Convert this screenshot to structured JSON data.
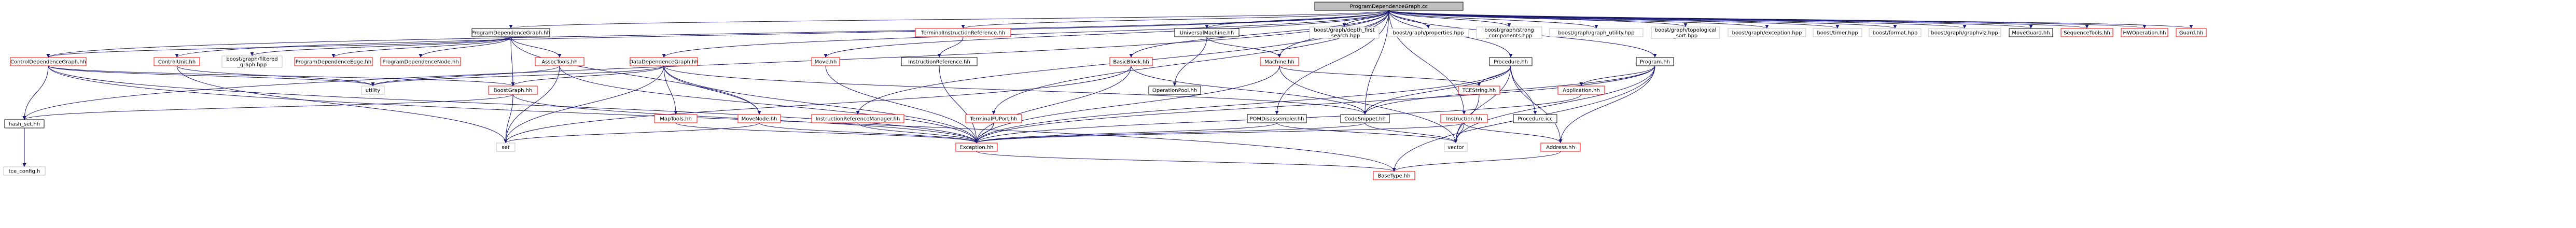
{
  "colors": {
    "edge": "#191970",
    "black_border": "#000000",
    "red_border": "#ff0000",
    "grey_border": "#bfbfbf",
    "root_fill": "#bfbfbf",
    "fill": "#ffffff",
    "text": "#000000"
  },
  "nodes": [
    {
      "id": "root",
      "label": "ProgramDependenceGraph.cc",
      "style": "root"
    },
    {
      "id": "cdg_hh",
      "label": "ControlDependenceGraph.hh",
      "style": "red"
    },
    {
      "id": "cu_hh",
      "label": "ControlUnit.hh",
      "style": "red"
    },
    {
      "id": "pdg_hh",
      "label": "ProgramDependenceGraph.hh",
      "style": "black"
    },
    {
      "id": "ddg_hh",
      "label": "DataDependenceGraph.hh",
      "style": "red"
    },
    {
      "id": "move_hh",
      "label": "Move.hh",
      "style": "red"
    },
    {
      "id": "tir_hh",
      "label": "TerminalInstructionReference.hh",
      "style": "red"
    },
    {
      "id": "irm_hh",
      "label": "InstructionReferenceManager.hh",
      "style": "red"
    },
    {
      "id": "tfu_hh",
      "label": "TerminalFUPort.hh",
      "style": "red"
    },
    {
      "id": "bb_hh",
      "label": "BasicBlock.hh",
      "style": "red"
    },
    {
      "id": "um_hh",
      "label": "UniversalMachine.hh",
      "style": "black"
    },
    {
      "id": "pom_hh",
      "label": "POMDisassembler.hh",
      "style": "black"
    },
    {
      "id": "machine_hh",
      "label": "Machine.hh",
      "style": "red"
    },
    {
      "id": "dfs",
      "label": "boost/graph/depth_first\n_search.hpp",
      "style": "grey"
    },
    {
      "id": "bprops",
      "label": "boost/graph/properties.hpp",
      "style": "grey"
    },
    {
      "id": "bstrong",
      "label": "boost/graph/strong\n_components.hpp",
      "style": "grey"
    },
    {
      "id": "butil",
      "label": "boost/graph/graph_utility.hpp",
      "style": "grey"
    },
    {
      "id": "btopo",
      "label": "boost/graph/topological\n_sort.hpp",
      "style": "grey"
    },
    {
      "id": "bexc",
      "label": "boost/graph/exception.hpp",
      "style": "grey"
    },
    {
      "id": "btimer",
      "label": "boost/timer.hpp",
      "style": "grey"
    },
    {
      "id": "bformat",
      "label": "boost/format.hpp",
      "style": "grey"
    },
    {
      "id": "bgraphviz",
      "label": "boost/graph/graphviz.hpp",
      "style": "grey"
    },
    {
      "id": "mguard",
      "label": "MoveGuard.hh",
      "style": "black"
    },
    {
      "id": "seqtools",
      "label": "SequenceTools.hh",
      "style": "red"
    },
    {
      "id": "hwop",
      "label": "HWOperation.hh",
      "style": "red"
    },
    {
      "id": "guard",
      "label": "Guard.hh",
      "style": "red"
    },
    {
      "id": "bfiltered",
      "label": "boost/graph/filtered\n_graph.hpp",
      "style": "grey"
    },
    {
      "id": "pde_hh",
      "label": "ProgramDependenceEdge.hh",
      "style": "red"
    },
    {
      "id": "pdn_hh",
      "label": "ProgramDependenceNode.hh",
      "style": "red"
    },
    {
      "id": "assoc_hh",
      "label": "AssocTools.hh",
      "style": "red"
    },
    {
      "id": "ir_hh",
      "label": "InstructionReference.hh",
      "style": "black"
    },
    {
      "id": "opool_hh",
      "label": "OperationPool.hh",
      "style": "black"
    },
    {
      "id": "proc_hh",
      "label": "Procedure.hh",
      "style": "black"
    },
    {
      "id": "prog_hh",
      "label": "Program.hh",
      "style": "black"
    },
    {
      "id": "utility",
      "label": "utility",
      "style": "grey"
    },
    {
      "id": "bgraph_hh",
      "label": "BoostGraph.hh",
      "style": "red"
    },
    {
      "id": "maptools_hh",
      "label": "MapTools.hh",
      "style": "red"
    },
    {
      "id": "movenode_hh",
      "label": "MoveNode.hh",
      "style": "red"
    },
    {
      "id": "codesnip_hh",
      "label": "CodeSnippet.hh",
      "style": "black"
    },
    {
      "id": "instr_hh",
      "label": "Instruction.hh",
      "style": "red"
    },
    {
      "id": "tce_hh",
      "label": "TCEString.hh",
      "style": "red"
    },
    {
      "id": "procicc",
      "label": "Procedure.icc",
      "style": "black"
    },
    {
      "id": "app_hh",
      "label": "Application.hh",
      "style": "red"
    },
    {
      "id": "hashset_hh",
      "label": "hash_set.hh",
      "style": "black"
    },
    {
      "id": "set",
      "label": "set",
      "style": "grey"
    },
    {
      "id": "vector",
      "label": "vector",
      "style": "grey"
    },
    {
      "id": "address_hh",
      "label": "Address.hh",
      "style": "red"
    },
    {
      "id": "exception_hh",
      "label": "Exception.hh",
      "style": "red"
    },
    {
      "id": "basetype_hh",
      "label": "BaseType.hh",
      "style": "red"
    },
    {
      "id": "tceconfig",
      "label": "tce_config.h",
      "style": "grey"
    }
  ],
  "edges": [
    [
      "root",
      "cdg_hh"
    ],
    [
      "root",
      "cu_hh"
    ],
    [
      "root",
      "pdg_hh"
    ],
    [
      "root",
      "ddg_hh"
    ],
    [
      "root",
      "move_hh"
    ],
    [
      "root",
      "tir_hh"
    ],
    [
      "root",
      "irm_hh"
    ],
    [
      "root",
      "tfu_hh"
    ],
    [
      "root",
      "bb_hh"
    ],
    [
      "root",
      "um_hh"
    ],
    [
      "root",
      "pom_hh"
    ],
    [
      "root",
      "machine_hh"
    ],
    [
      "root",
      "dfs"
    ],
    [
      "root",
      "bprops"
    ],
    [
      "root",
      "bstrong"
    ],
    [
      "root",
      "butil"
    ],
    [
      "root",
      "btopo"
    ],
    [
      "root",
      "bexc"
    ],
    [
      "root",
      "btimer"
    ],
    [
      "root",
      "bformat"
    ],
    [
      "root",
      "bgraphviz"
    ],
    [
      "root",
      "mguard"
    ],
    [
      "root",
      "seqtools"
    ],
    [
      "root",
      "hwop"
    ],
    [
      "root",
      "guard"
    ],
    [
      "root",
      "proc_hh"
    ],
    [
      "root",
      "prog_hh"
    ],
    [
      "root",
      "hashset_hh"
    ],
    [
      "root",
      "codesnip_hh"
    ],
    [
      "root",
      "instr_hh"
    ],
    [
      "pdg_hh",
      "cdg_hh"
    ],
    [
      "pdg_hh",
      "bfiltered"
    ],
    [
      "pdg_hh",
      "pde_hh"
    ],
    [
      "pdg_hh",
      "pdn_hh"
    ],
    [
      "pdg_hh",
      "assoc_hh"
    ],
    [
      "pdg_hh",
      "bgraph_hh"
    ],
    [
      "pdg_hh",
      "movenode_hh"
    ],
    [
      "cdg_hh",
      "utility"
    ],
    [
      "cdg_hh",
      "hashset_hh"
    ],
    [
      "cdg_hh",
      "bgraph_hh"
    ],
    [
      "cdg_hh",
      "exception_hh"
    ],
    [
      "cdg_hh",
      "basetype_hh"
    ],
    [
      "cu_hh",
      "utility"
    ],
    [
      "cu_hh",
      "set"
    ],
    [
      "ddg_hh",
      "utility"
    ],
    [
      "ddg_hh",
      "bgraph_hh"
    ],
    [
      "ddg_hh",
      "maptools_hh"
    ],
    [
      "ddg_hh",
      "movenode_hh"
    ],
    [
      "ddg_hh",
      "set"
    ],
    [
      "ddg_hh",
      "exception_hh"
    ],
    [
      "ddg_hh",
      "codesnip_hh"
    ],
    [
      "assoc_hh",
      "set"
    ],
    [
      "assoc_hh",
      "utility"
    ],
    [
      "assoc_hh",
      "exception_hh"
    ],
    [
      "bgraph_hh",
      "hashset_hh"
    ],
    [
      "bgraph_hh",
      "set"
    ],
    [
      "bgraph_hh",
      "exception_hh"
    ],
    [
      "maptools_hh",
      "exception_hh"
    ],
    [
      "movenode_hh",
      "set"
    ],
    [
      "movenode_hh",
      "exception_hh"
    ],
    [
      "move_hh",
      "exception_hh"
    ],
    [
      "tir_hh",
      "ir_hh"
    ],
    [
      "ir_hh",
      "exception_hh"
    ],
    [
      "irm_hh",
      "exception_hh"
    ],
    [
      "tfu_hh",
      "exception_hh"
    ],
    [
      "bb_hh",
      "codesnip_hh"
    ],
    [
      "bb_hh",
      "exception_hh"
    ],
    [
      "bb_hh",
      "set"
    ],
    [
      "um_hh",
      "opool_hh"
    ],
    [
      "um_hh",
      "machine_hh"
    ],
    [
      "machine_hh",
      "exception_hh"
    ],
    [
      "machine_hh",
      "vector"
    ],
    [
      "machine_hh",
      "tce_hh"
    ],
    [
      "pom_hh",
      "exception_hh"
    ],
    [
      "pom_hh",
      "vector"
    ],
    [
      "proc_hh",
      "codesnip_hh"
    ],
    [
      "proc_hh",
      "tce_hh"
    ],
    [
      "proc_hh",
      "procicc"
    ],
    [
      "proc_hh",
      "address_hh"
    ],
    [
      "proc_hh",
      "exception_hh"
    ],
    [
      "proc_hh",
      "vector"
    ],
    [
      "prog_hh",
      "codesnip_hh"
    ],
    [
      "prog_hh",
      "app_hh"
    ],
    [
      "prog_hh",
      "address_hh"
    ],
    [
      "prog_hh",
      "vector"
    ],
    [
      "prog_hh",
      "basetype_hh"
    ],
    [
      "prog_hh",
      "exception_hh"
    ],
    [
      "codesnip_hh",
      "vector"
    ],
    [
      "codesnip_hh",
      "exception_hh"
    ],
    [
      "instr_hh",
      "vector"
    ],
    [
      "instr_hh",
      "exception_hh"
    ],
    [
      "instr_hh",
      "address_hh"
    ],
    [
      "tce_hh",
      "vector"
    ],
    [
      "app_hh",
      "exception_hh"
    ],
    [
      "address_hh",
      "basetype_hh"
    ],
    [
      "exception_hh",
      "basetype_hh"
    ],
    [
      "hashset_hh",
      "tceconfig"
    ]
  ]
}
